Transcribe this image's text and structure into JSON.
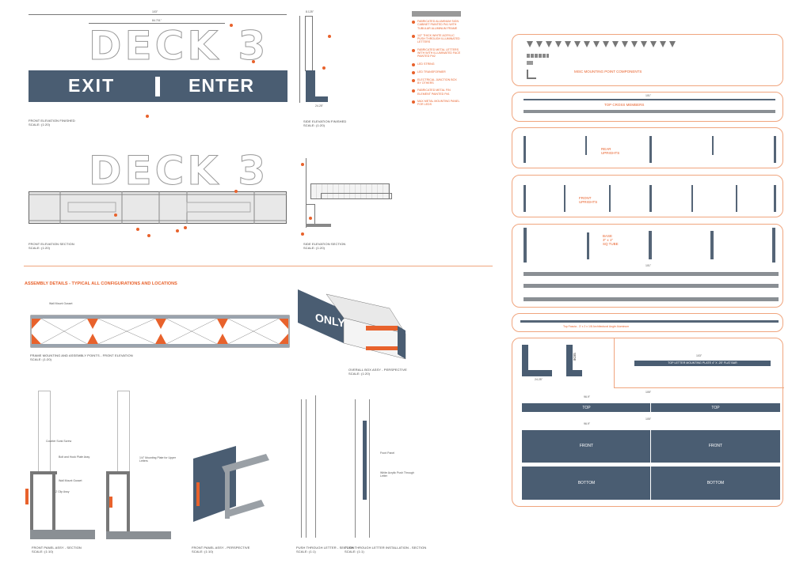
{
  "legend": {
    "items": [
      "FABRICATED ALUMINUM SIGN CABINET PAINTED P#1 WITH TUBULAR ALUMINUM FRAME",
      "1/2\" THICK WHITE ACRYLIC PUSH THROUGH ILLUMINATED LETTERS",
      "FABRICATED METAL LETTERS WITH WITH ILLUMINATED FACE PAINTED P#2",
      "LED STRING",
      "LED TRANSFORMER",
      "ELECTRICAL JUNCTION BOX BY OTHERS",
      "FABRICATED METAL FIN ELEMENT PAINTED P#1",
      "MAX METAL MOUNTING PANEL FOR LEDS"
    ]
  },
  "elevation": {
    "deck_text": "DECK 3",
    "exit_text": "EXIT",
    "enter_text": "ENTER",
    "dim_total": "103\"",
    "dim_inner": "84.701\"",
    "dim_side_top": "8.125\"",
    "dim_side_bottom": "24.25\"",
    "front_finished_title": "FRONT ELEVATION FINISHED",
    "front_finished_scale": "SCALE: (1:20)",
    "side_finished_title": "SIDE ELEVATION FINISHED",
    "side_finished_scale": "SCALE: (1:20)",
    "front_section_title": "FRONT ELEVATION SECTION",
    "front_section_scale": "SCALE: (1:20)",
    "side_section_title": "SIDE ELEVATION SECTION",
    "side_section_scale": "SCALE: (1:20)"
  },
  "assembly": {
    "heading": "ASSEMBLY DETAILS - TYPICAL ALL CONFIGURATIONS AND LOCATIONS",
    "wall_mount_gusset": "Wall Mount Gusset",
    "bolt_hook": "Bolt and Hook Plate",
    "z_clip": "Z Clip",
    "frame_title": "FRAME MOUNTING AND ASSEMBLY POINTS - FRONT ELEVATION",
    "frame_scale": "SCALE: (1:20)",
    "only_text": "ONLY",
    "overall_title": "OVERALL BOX ASSY - PERSPECTIVE",
    "overall_scale": "SCALE: (1:20)",
    "counter_sunk": "Counter Sunk Screw",
    "bolt_hook_assy": "Bolt and Hook Plate Assy",
    "wall_mount_gusset2": "Wall Mount Gusset",
    "z_clip_assy": "Z Clip Assy",
    "mounting_plate": "1/4\" Mounting Plate for Upper Letters",
    "front_panel_section_title": "FRONT PANEL ASSY - SECTION",
    "front_panel_section_scale": "SCALE: (1:10)",
    "front_panel_persp_title": "FRONT PANEL ASSY - PERSPECTIVE",
    "front_panel_persp_scale": "SCALE: (1:10)",
    "front_panel": "Front Panel",
    "white_acrylic": "White Acrylic Push Through Letter",
    "push_section_title": "PUSH THROUGH LETTER - SECTION",
    "push_section_scale": "SCALE: (1:1)",
    "push_install_title": "PUSH THROUGH LETTER INSTALLATION - SECTION",
    "push_install_scale": "SCALE: (1:1)"
  },
  "components": {
    "misc_label": "MISC MOUNTING POINT COMPONENTS",
    "top_cross": "TOP CROSS MEMBERS",
    "rear_uprights": "REAR\nUPRIGHTS",
    "front_uprights": "FRONT\nUPRIGHTS",
    "base_line1": "BASE",
    "base_line2": "3\" x 1\"",
    "base_line3": "SQ TUBE",
    "dim_101": "101\"",
    "dim_101b": "101\"",
    "top_fascia": "Top Fascia - 3' x 2 x 1/8 Architectural Angle Aluminum",
    "side_label": "SIDE",
    "side_label2": "SIDE",
    "dim_2425": "24.25\"",
    "top_letter_plate": "TOP LETTER MOUNTING PLATE 4\" X .25\" FLAT BAR",
    "dim_103": "103\"",
    "dim_105": "105\"",
    "dim_105b": "105\"",
    "dim_969": "96.9\"",
    "dim_969b": "96.9\"",
    "top_left": "TOP",
    "top_right": "TOP",
    "front_left": "FRONT",
    "front_right": "FRONT",
    "bottom_left": "BOTTOM",
    "bottom_right": "BOTTOM"
  }
}
